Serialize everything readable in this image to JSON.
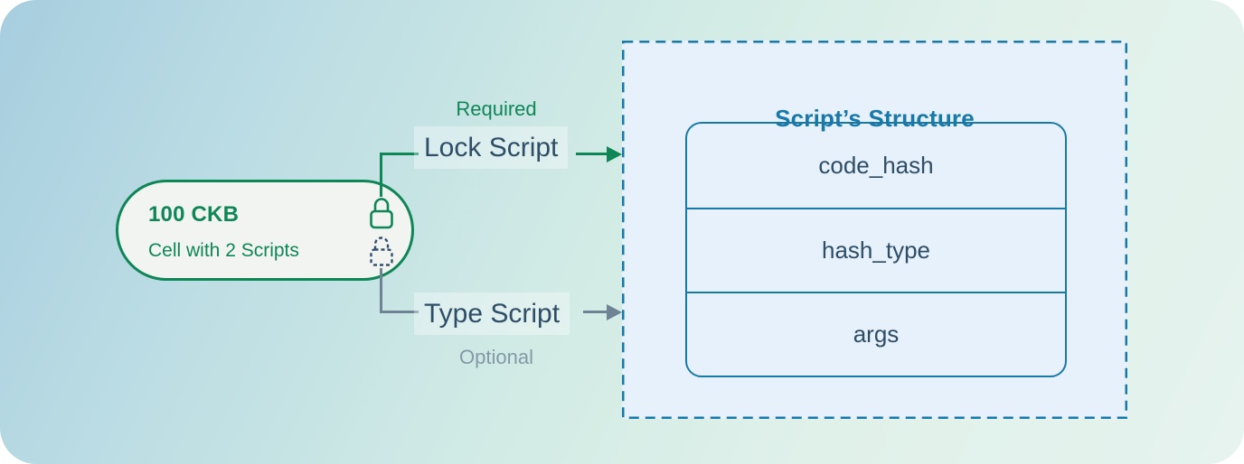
{
  "cell": {
    "amount": "100 CKB",
    "label": "Cell with 2 Scripts"
  },
  "lock_script": {
    "annotation": "Required",
    "label": "Lock Script"
  },
  "type_script": {
    "annotation": "Optional",
    "label": "Type Script"
  },
  "script_structure": {
    "title": "Script’s Structure",
    "fields": [
      "code_hash",
      "hash_type",
      "args"
    ]
  },
  "colors": {
    "green": "#0f8656",
    "slate_text": "#2e4d66",
    "gray_connector": "#6e8494",
    "gray_text": "#8598a6",
    "blue": "#1878a8",
    "panel_fill": "#e7f1fb",
    "cell_fill": "#f2f4f2",
    "bg_gradient_start": "#a7cedf",
    "bg_gradient_end": "#e6f3ee"
  }
}
